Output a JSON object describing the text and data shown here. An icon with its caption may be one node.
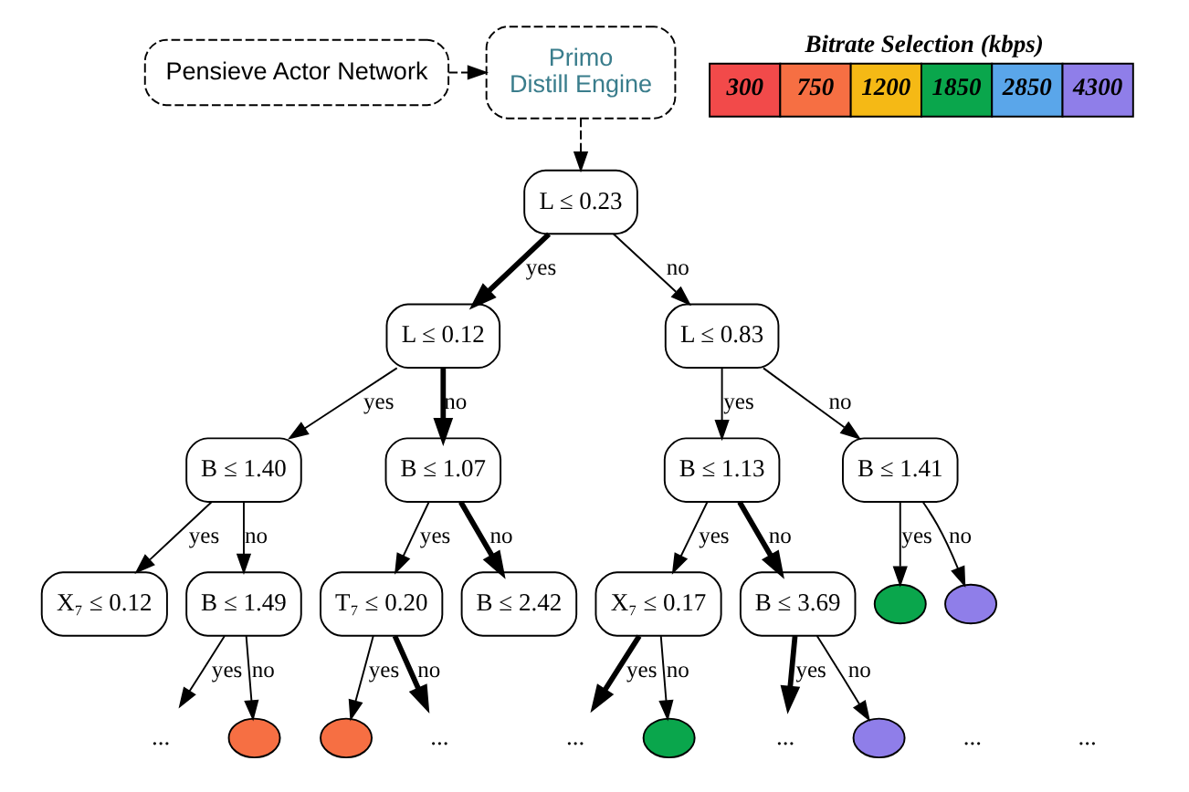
{
  "diagram": {
    "nodes": [
      {
        "text": [
          "Pensieve Actor Network"
        ]
      },
      {
        "text": [
          "Primo",
          "Distill Engine"
        ]
      },
      {
        "text": [
          "L ≤ 0.23"
        ]
      },
      {
        "text": [
          "L ≤ 0.12"
        ]
      },
      {
        "text": [
          "L ≤ 0.83"
        ]
      },
      {
        "text": [
          "B ≤ 1.40"
        ]
      },
      {
        "text": [
          "B ≤ 1.07"
        ]
      },
      {
        "text": [
          "B ≤ 1.13"
        ]
      },
      {
        "text": [
          "B ≤ 1.41"
        ]
      },
      {
        "text": [
          "X₇ ≤ 0.12"
        ]
      },
      {
        "text": [
          "B ≤ 1.49"
        ]
      },
      {
        "text": [
          "T₇ ≤ 0.20"
        ]
      },
      {
        "text": [
          "B ≤ 2.42"
        ]
      },
      {
        "text": [
          "X₇ ≤ 0.17"
        ]
      },
      {
        "text": [
          "B ≤ 3.69"
        ]
      },
      {
        "text": [],
        "shape": "circle"
      },
      {
        "text": [],
        "shape": "circle"
      },
      {
        "text": [
          "..."
        ]
      },
      {
        "text": [],
        "shape": "circle"
      },
      {
        "text": [],
        "shape": "circle"
      },
      {
        "text": [
          "..."
        ]
      },
      {
        "text": [
          "..."
        ]
      },
      {
        "text": [],
        "shape": "circle"
      },
      {
        "text": [
          "..."
        ]
      },
      {
        "text": [],
        "shape": "circle"
      }
    ],
    "edges": [
      {
        "from": 0,
        "to": 1,
        "arrow": "to",
        "style": "dashed"
      },
      {
        "from": 1,
        "to": 2,
        "arrow": "to",
        "style": "dashed"
      },
      {
        "from": 2,
        "to": 3,
        "arrow": "to",
        "label": "yes",
        "style": "thick"
      },
      {
        "from": 2,
        "to": 4,
        "arrow": "to",
        "label": "no"
      },
      {
        "from": 3,
        "to": 5,
        "arrow": "to",
        "label": "yes"
      },
      {
        "from": 3,
        "to": 6,
        "arrow": "to",
        "label": "no",
        "style": "thick"
      },
      {
        "from": 4,
        "to": 7,
        "arrow": "to",
        "label": "yes"
      },
      {
        "from": 4,
        "to": 8,
        "arrow": "to",
        "label": "no"
      },
      {
        "from": 5,
        "to": 9,
        "arrow": "to",
        "label": "yes"
      },
      {
        "from": 5,
        "to": 10,
        "arrow": "to",
        "label": "no"
      },
      {
        "from": 6,
        "to": 11,
        "arrow": "to",
        "label": "yes"
      },
      {
        "from": 6,
        "to": 12,
        "arrow": "to",
        "label": "no",
        "style": "thick"
      },
      {
        "from": 7,
        "to": 13,
        "arrow": "to",
        "label": "yes"
      },
      {
        "from": 7,
        "to": 14,
        "arrow": "to",
        "label": "no",
        "style": "thick"
      },
      {
        "from": 8,
        "to": 15,
        "arrow": "to",
        "label": "yes"
      },
      {
        "from": 8,
        "to": 16,
        "arrow": "to",
        "label": "no"
      },
      {
        "from": 10,
        "to": 17,
        "arrow": "to",
        "label": "yes"
      },
      {
        "from": 10,
        "to": 18,
        "arrow": "to",
        "label": "no"
      },
      {
        "from": 11,
        "to": 19,
        "arrow": "to",
        "label": "yes"
      },
      {
        "from": 11,
        "to": 20,
        "arrow": "to",
        "label": "no",
        "style": "thick"
      },
      {
        "from": 13,
        "to": 21,
        "arrow": "to",
        "label": "yes",
        "style": "thick"
      },
      {
        "from": 13,
        "to": 22,
        "arrow": "to",
        "label": "no"
      },
      {
        "from": 14,
        "to": 23,
        "arrow": "to",
        "label": "yes",
        "style": "thick"
      },
      {
        "from": 14,
        "to": 24,
        "arrow": "to",
        "label": "no"
      }
    ],
    "labels": [
      "Bitrate Selection (kbps)",
      "...",
      "..."
    ],
    "legend": [
      {
        "text": "300",
        "color": "#f24a4a"
      },
      {
        "text": "750",
        "color": "#f66f43"
      },
      {
        "text": "1200",
        "color": "#f5b915"
      },
      {
        "text": "1850",
        "color": "#0aa64c"
      },
      {
        "text": "2850",
        "color": "#5aa6ea"
      },
      {
        "text": "4300",
        "color": "#8f7ee9"
      }
    ]
  }
}
